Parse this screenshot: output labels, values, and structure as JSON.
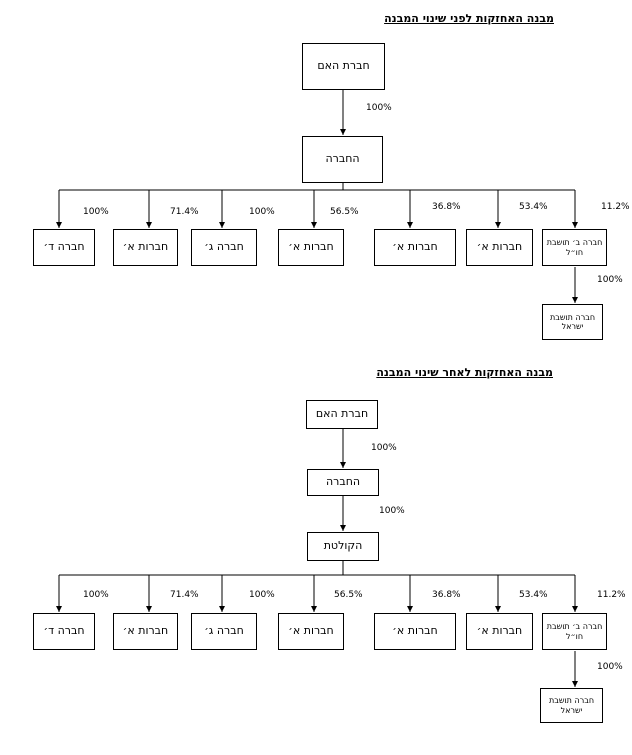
{
  "diagram_before": {
    "title": "מבנה האחזקות לפני שינוי המבנה",
    "parent": "חברת האם",
    "parent_pct": "100%",
    "company": "החברה",
    "subsidiaries": [
      {
        "label": "חברה ד׳",
        "pct": "100%"
      },
      {
        "label": "חברות א׳",
        "pct": "71.4%"
      },
      {
        "label": "חברה ג׳",
        "pct": "100%"
      },
      {
        "label": "חברות א׳",
        "pct": "56.5%"
      },
      {
        "label": "חברות א׳",
        "pct": "36.8%"
      },
      {
        "label": "חברות א׳",
        "pct": "53.4%"
      },
      {
        "label": "חברה ב׳ תושבת חו״ל",
        "pct": "11.2%"
      }
    ],
    "israel_sub": {
      "label": "חברה תושבת ישראל",
      "pct": "100%"
    }
  },
  "diagram_after": {
    "title": "מבנה האחזקות לאחר שינוי המבנה",
    "parent": "חברת האם",
    "parent_pct": "100%",
    "company": "החברה",
    "company_pct": "100%",
    "holding": "הקולטת",
    "subsidiaries": [
      {
        "label": "חברה ד׳",
        "pct": "100%"
      },
      {
        "label": "חברות א׳",
        "pct": "71.4%"
      },
      {
        "label": "חברה ג׳",
        "pct": "100%"
      },
      {
        "label": "חברות א׳",
        "pct": "56.5%"
      },
      {
        "label": "חברות א׳",
        "pct": "36.8%"
      },
      {
        "label": "חברות א׳",
        "pct": "53.4%"
      },
      {
        "label": "חברה ב׳ תושבת חו״ל",
        "pct": "11.2%"
      }
    ],
    "israel_sub": {
      "label": "חברה תושבת ישראל",
      "pct": "100%"
    }
  }
}
